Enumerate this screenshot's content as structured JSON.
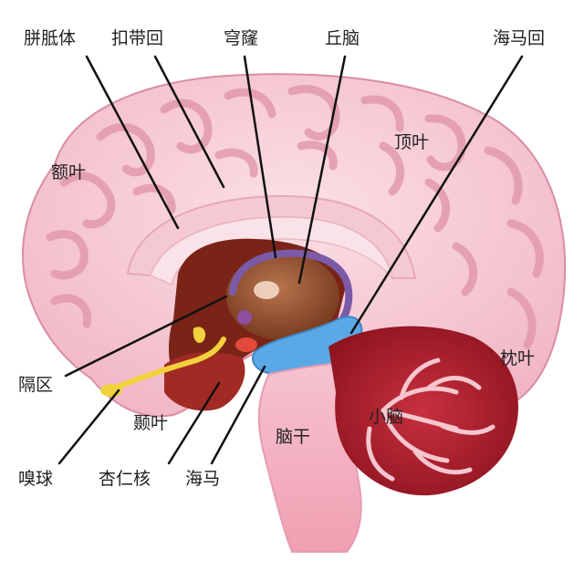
{
  "diagram": {
    "labels": {
      "corpus_callosum": "胼胝体",
      "cingulate_gyrus": "扣带回",
      "fornix": "穹窿",
      "thalamus": "丘脑",
      "hippocampal_gyrus": "海马回",
      "frontal_lobe": "额叶",
      "parietal_lobe": "顶叶",
      "occipital_lobe": "枕叶",
      "septal_area": "隔区",
      "olfactory_bulb": "嗅球",
      "temporal_lobe": "颞叶",
      "amygdala": "杏仁核",
      "hippocampus": "海马",
      "brainstem": "脑干",
      "cerebellum": "小脑"
    },
    "colors": {
      "cortex": "#f7c8d2",
      "gyri": "#e9a0b2",
      "thalamus": "#8b4a2a",
      "hippocampus": "#5aa8e6",
      "fornix": "#7b5aa8",
      "brainstem": "#f3b6c4",
      "cerebellum": "#b41e2e",
      "olfactory": "#f2d23c"
    }
  }
}
